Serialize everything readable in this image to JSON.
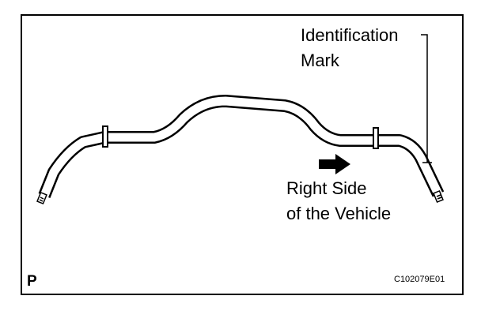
{
  "labels": {
    "identification_line1": "Identification",
    "identification_line2": "Mark",
    "direction_line1": "Right Side",
    "direction_line2": "of the Vehicle",
    "view_letter": "P",
    "figure_code": "C102079E01"
  },
  "icons": {
    "direction_arrow": "arrow-right-icon"
  },
  "colors": {
    "line": "#000000",
    "background": "#ffffff"
  }
}
